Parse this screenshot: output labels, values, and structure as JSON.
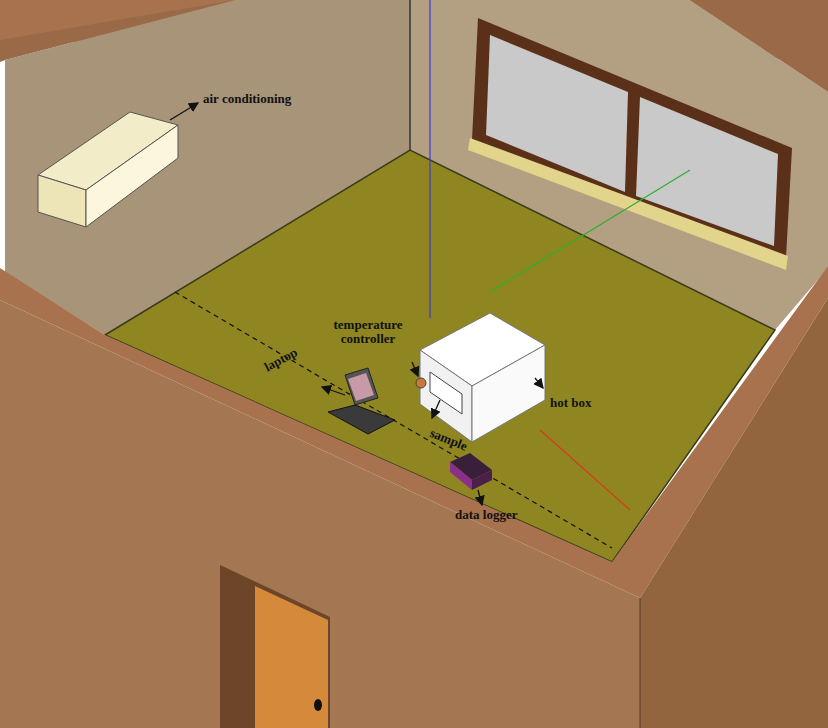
{
  "diagram": {
    "labels": [
      "air conditioning",
      "temperature controller",
      "laptop",
      "hot box",
      "sample",
      "data logger"
    ]
  }
}
